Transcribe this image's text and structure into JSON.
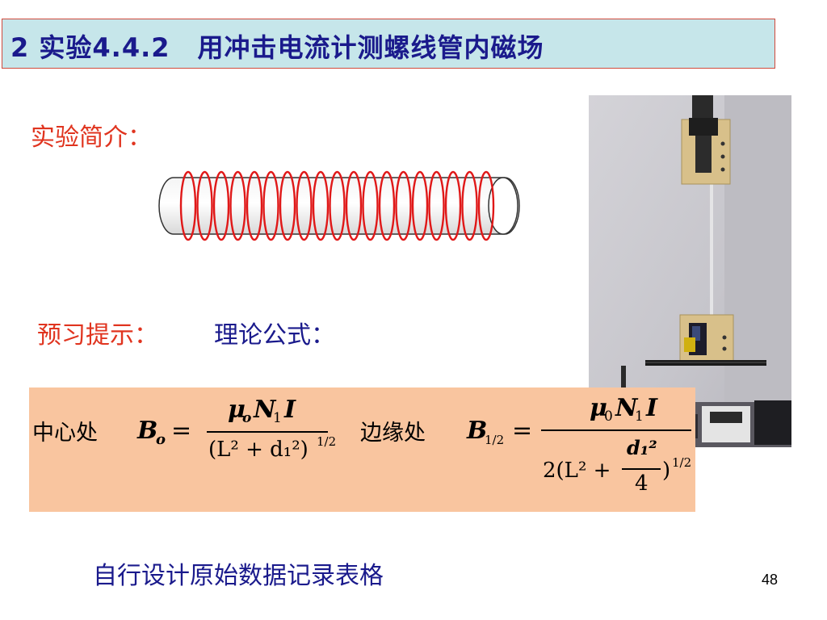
{
  "title": {
    "number": "2 实验4.4.2",
    "text": "用冲击电流计测螺线管内磁场"
  },
  "intro_label": "实验简介：",
  "hint_label": "预习提示：",
  "theory_label": "理论公式：",
  "formulas": {
    "center_label": "中心处",
    "edge_label": "边缘处",
    "center": {
      "lhs": "B",
      "lhs_sub": "o",
      "num_mu": "μ",
      "num_mu_sub": "o",
      "num_n": "N",
      "num_n_sub": "1",
      "num_i": "I",
      "den": "(L² + d₁²)",
      "den_exp": "1/2"
    },
    "edge": {
      "lhs": "B",
      "lhs_sub": "1/2",
      "num_mu": "μ",
      "num_mu_sub": "0",
      "num_n": "N",
      "num_n_sub": "1",
      "num_i": "I",
      "den_prefix": "2(L² +",
      "inner_num": "d₁²",
      "inner_den": "4",
      "den_suffix": ")",
      "den_exp": "1/2"
    }
  },
  "record_label": "自行设计原始数据记录表格",
  "page_number": "48",
  "colors": {
    "title_bg": "#c6e6ea",
    "title_border": "#d04a3c",
    "title_text": "#1a1a8c",
    "label_red": "#e0341f",
    "label_blue": "#1a1a8c",
    "formula_bg": "#f9c59f",
    "coil": "#e01818"
  }
}
